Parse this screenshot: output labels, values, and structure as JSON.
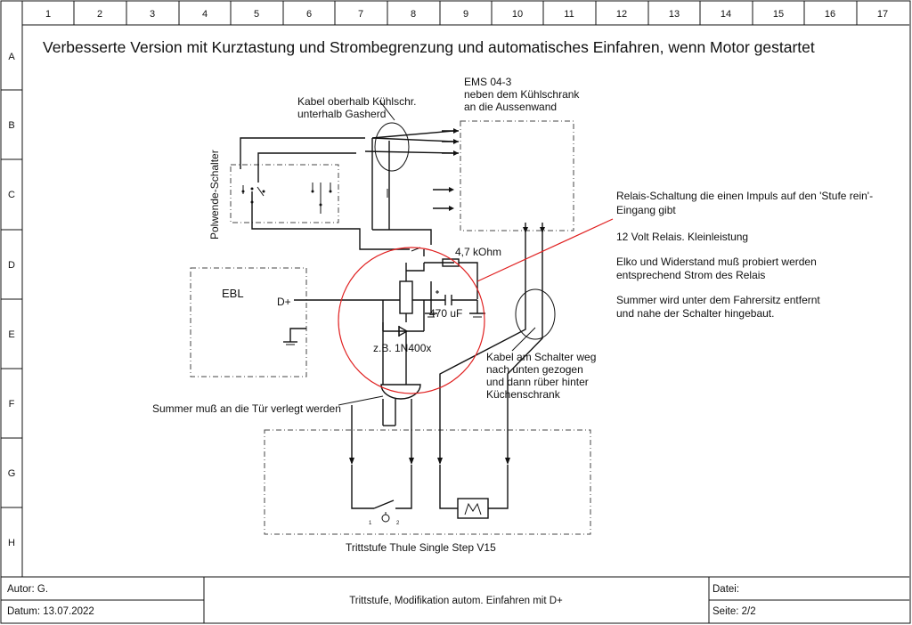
{
  "grid": {
    "columns": [
      "1",
      "2",
      "3",
      "4",
      "5",
      "6",
      "7",
      "8",
      "9",
      "10",
      "11",
      "12",
      "13",
      "14",
      "15",
      "16",
      "17"
    ],
    "rows": [
      "A",
      "B",
      "C",
      "D",
      "E",
      "F",
      "G",
      "H"
    ]
  },
  "title": "Verbesserte Version mit Kurztastung und Strombegrenzung und automatisches Einfahren, wenn Motor gestartet",
  "labels": {
    "kabel_line1": "Kabel oberhalb Kühlschr.",
    "kabel_line2": "unterhalb Gasherd",
    "ems_line1": "EMS 04-3",
    "ems_line2": "neben dem Kühlschrank",
    "ems_line3": "an die Aussenwand",
    "polwende": "Polwende-Schalter",
    "resistor": "4,7 kOhm",
    "capacitor": "470 uF",
    "ebl": "EBL",
    "dplus": "D+",
    "diode": "z.B. 1N400x",
    "kabel2_line1": "Kabel am Schalter weg",
    "kabel2_line2": "nach unten gezogen",
    "kabel2_line3": "und dann rüber hinter",
    "kabel2_line4": "Küchenschrank",
    "summer_label": "Summer muß an die Tür verlegt werden",
    "trittstufe": "Trittstufe Thule Single Step V15",
    "pin1": "1",
    "pin2": "2"
  },
  "notes": [
    "Relais-Schaltung die einen Impuls auf den 'Stufe rein'-",
    "Eingang gibt",
    "12 Volt Relais. Kleinleistung",
    "Elko und Widerstand muß probiert werden",
    "entsprechend Strom des Relais",
    "Summer wird unter dem Fahrersitz entfernt",
    "und nahe der Schalter hingebaut."
  ],
  "footer": {
    "autor": "Autor: G.",
    "datum": "Datum: 13.07.2022",
    "description": "Trittstufe, Modifikation autom. Einfahren mit D+",
    "datei": "Datei:",
    "seite": "Seite: 2/2"
  },
  "colors": {
    "line": "#111111",
    "highlight": "#e02020",
    "dashed": "#444444"
  }
}
